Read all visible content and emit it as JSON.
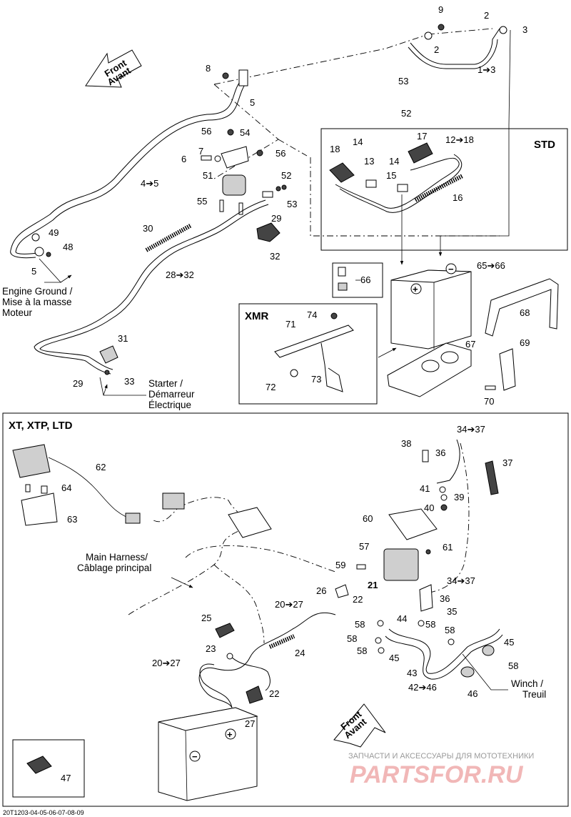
{
  "sections": {
    "std": "STD",
    "xmr": "XMR",
    "xt": "XT, XTP, LTD"
  },
  "front_arrow": {
    "line1": "Front",
    "line2": "Avant"
  },
  "labels": {
    "engine_ground": [
      "Engine Ground /",
      "Mise à la masse",
      "Moteur"
    ],
    "starter": [
      "Starter /",
      "Démarreur",
      "Électrique"
    ],
    "main_harness": [
      "Main Harness/",
      "Câblage principal"
    ],
    "winch": [
      "Winch /",
      "Treuil"
    ]
  },
  "callouts": {
    "c9": "9",
    "c2a": "2",
    "c3": "3",
    "c2b": "2",
    "c1_3": "1➔3",
    "c8": "8",
    "c5a": "5",
    "c53": "53",
    "c52": "52",
    "c56a": "56",
    "c54": "54",
    "c6": "6",
    "c7": "7",
    "c56b": "56",
    "c51": "51",
    "c52b": "52",
    "c53b": "53",
    "c55": "55",
    "c29a": "29",
    "c32": "32",
    "c4_5": "4➔5",
    "c49": "49",
    "c48": "48",
    "c5b": "5",
    "c30": "30",
    "c28_32": "28➔32",
    "c31": "31",
    "c33": "33",
    "c29b": "29",
    "c17": "17",
    "c12_18": "12➔18",
    "c18": "18",
    "c14a": "14",
    "c13": "13",
    "c14b": "14",
    "c15": "15",
    "c16": "16",
    "c66": "66",
    "c65_66": "65➔66",
    "c74": "74",
    "c71": "71",
    "c72": "72",
    "c73": "73",
    "c68": "68",
    "c67": "67",
    "c69": "69",
    "c70": "70",
    "c34_37a": "34➔37",
    "c38": "38",
    "c36a": "36",
    "c37": "37",
    "c62": "62",
    "c64": "64",
    "c63": "63",
    "c41": "41",
    "c39": "39",
    "c40": "40",
    "c60": "60",
    "c61": "61",
    "c57": "57",
    "c59": "59",
    "c21": "21",
    "c34_37b": "34➔37",
    "c26": "26",
    "c22a": "22",
    "c36b": "36",
    "c35": "35",
    "c20_27a": "20➔27",
    "c58a": "58",
    "c44": "44",
    "c58b": "58",
    "c58c": "58",
    "c58d": "58",
    "c45a": "45",
    "c58e": "58",
    "c25": "25",
    "c24": "24",
    "c23": "23",
    "c45b": "45",
    "c20_27b": "20➔27",
    "c43": "43",
    "c42_46": "42➔46",
    "c46": "46",
    "c22b": "22",
    "c27": "27",
    "c47": "47"
  },
  "watermark": {
    "top": "ЗАПЧАСТИ И АКСЕССУАРЫ ДЛЯ МОТОТЕХНИКИ",
    "brand": "PARTSFOR.RU"
  },
  "footer_code": "20T1203-04-05-06-07-08-09"
}
